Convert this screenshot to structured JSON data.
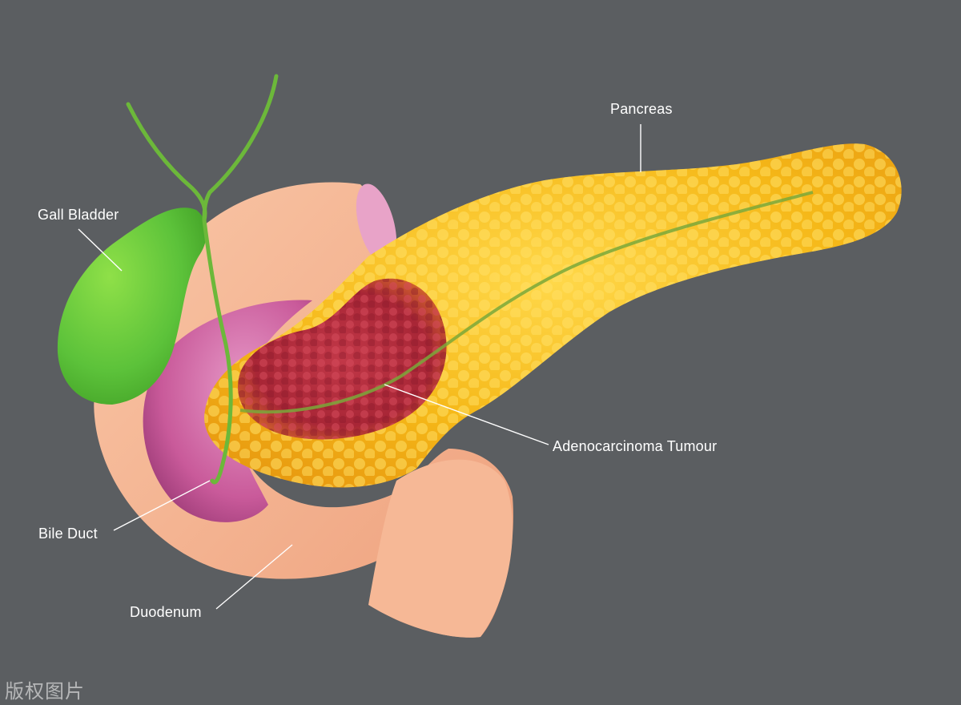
{
  "labels": {
    "pancreas": "Pancreas",
    "gall_bladder": "Gall Bladder",
    "tumour": "Adenocarcinoma Tumour",
    "bile_duct": "Bile Duct",
    "duodenum": "Duodenum"
  },
  "watermark": "版权图片",
  "colors": {
    "background": "#5b5e61",
    "pancreas": "#f5b818",
    "tumour": "#b8303d",
    "gall_bladder": "#5cc23a",
    "duodenum": "#f4b08e",
    "duodenum_inner": "#c95a9a",
    "leader_lines": "#ffffff"
  }
}
